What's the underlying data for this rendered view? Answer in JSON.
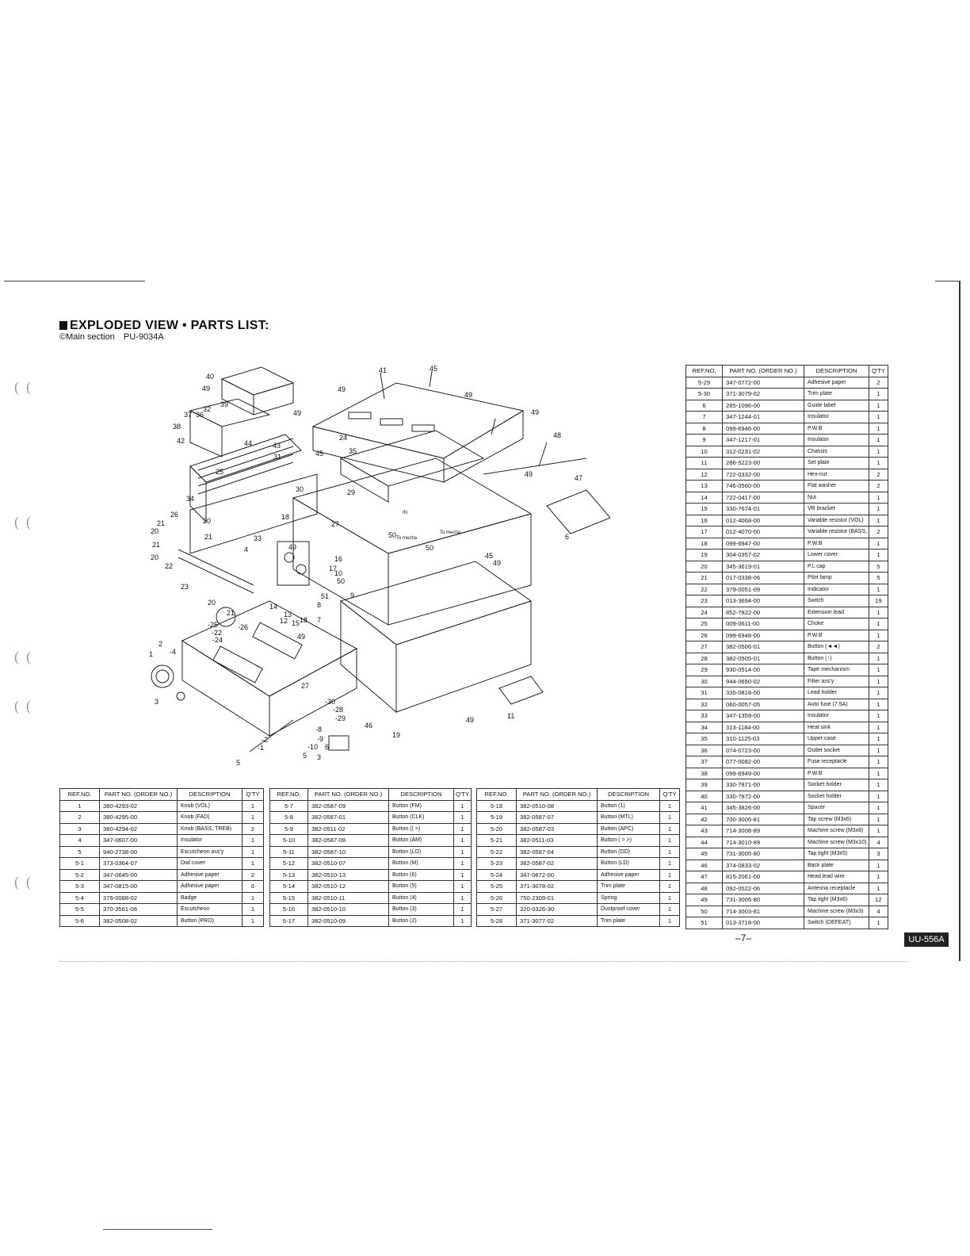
{
  "title": "EXPLODED VIEW • PARTS LIST:",
  "subtitle": {
    "section": "©Main section",
    "model": "PU-9034A"
  },
  "page_number": "–7–",
  "model_badge": "UU-556A",
  "table_headers": {
    "ref": "REF.NO.",
    "part": "PART NO. (ORDER NO.)",
    "desc": "DESCRIPTION",
    "qty": "Q'TY"
  },
  "diagram_labels": [
    "1",
    "2",
    "3",
    "4",
    "5",
    "6",
    "7",
    "8",
    "9",
    "10",
    "11",
    "12",
    "13",
    "14",
    "15",
    "16",
    "17",
    "18",
    "19",
    "20",
    "21",
    "22",
    "23",
    "24",
    "25",
    "26",
    "27",
    "28",
    "29",
    "30",
    "31",
    "32",
    "33",
    "34",
    "35",
    "36",
    "37",
    "38",
    "39",
    "40",
    "41",
    "42",
    "43",
    "44",
    "45",
    "46",
    "47",
    "48",
    "49",
    "50",
    "51"
  ],
  "diagram_notes": [
    "To mecha",
    "To mecha",
    "IN"
  ],
  "table_right": [
    {
      "ref": "5-29",
      "part": "347-0772-00",
      "desc": "Adhesive paper",
      "qty": "2"
    },
    {
      "ref": "5-30",
      "part": "371-3079-02",
      "desc": "Trim plate",
      "qty": "1"
    },
    {
      "ref": "6",
      "part": "285-1096-00",
      "desc": "Guide label",
      "qty": "1"
    },
    {
      "ref": "7",
      "part": "347-1244-01",
      "desc": "Insulator",
      "qty": "1"
    },
    {
      "ref": "8",
      "part": "099-6946-00",
      "desc": "P.W.B",
      "qty": "1"
    },
    {
      "ref": "9",
      "part": "347-1217-01",
      "desc": "Insulator",
      "qty": "1"
    },
    {
      "ref": "10",
      "part": "312-0231-02",
      "desc": "Chassis",
      "qty": "1"
    },
    {
      "ref": "11",
      "part": "286-5223-00",
      "desc": "Set plate",
      "qty": "1"
    },
    {
      "ref": "12",
      "part": "722-0332-00",
      "desc": "Hex-nut",
      "qty": "2"
    },
    {
      "ref": "13",
      "part": "746-0560-00",
      "desc": "Flat washer",
      "qty": "2"
    },
    {
      "ref": "14",
      "part": "722-0417-00",
      "desc": "Nut",
      "qty": "1"
    },
    {
      "ref": "15",
      "part": "330-7674-01",
      "desc": "VR bracket",
      "qty": "1"
    },
    {
      "ref": "16",
      "part": "012-4068-00",
      "desc": "Variable resistor (VOL)",
      "qty": "1"
    },
    {
      "ref": "17",
      "part": "012-4070-00",
      "desc": "Variable resistor (BASS, TREB)",
      "qty": "2"
    },
    {
      "ref": "18",
      "part": "099-6947-00",
      "desc": "P.W.B",
      "qty": "1"
    },
    {
      "ref": "19",
      "part": "304-0357-02",
      "desc": "Lower cover",
      "qty": "1"
    },
    {
      "ref": "20",
      "part": "345-3619-01",
      "desc": "P.L cap",
      "qty": "5"
    },
    {
      "ref": "21",
      "part": "017-0338-06",
      "desc": "Pilot lamp",
      "qty": "5"
    },
    {
      "ref": "22",
      "part": "379-0051-09",
      "desc": "Indicator",
      "qty": "1"
    },
    {
      "ref": "23",
      "part": "013-3694-00",
      "desc": "Switch",
      "qty": "19"
    },
    {
      "ref": "24",
      "part": "852-7822-00",
      "desc": "Extension lead",
      "qty": "1"
    },
    {
      "ref": "25",
      "part": "009-0611-00",
      "desc": "Choke",
      "qty": "1"
    },
    {
      "ref": "26",
      "part": "099-6948-00",
      "desc": "P.W.B",
      "qty": "1"
    },
    {
      "ref": "27",
      "part": "382-0506-01",
      "desc": "Button (◄◄)",
      "qty": "2"
    },
    {
      "ref": "28",
      "part": "382-0505-01",
      "desc": "Button (↑)",
      "qty": "1"
    },
    {
      "ref": "29",
      "part": "930-0514-00",
      "desc": "Tape mechanism",
      "qty": "1"
    },
    {
      "ref": "30",
      "part": "944-0650-02",
      "desc": "Filter ass'y",
      "qty": "1"
    },
    {
      "ref": "31",
      "part": "335-0818-00",
      "desc": "Lead holder",
      "qty": "1"
    },
    {
      "ref": "32",
      "part": "060-0057-05",
      "desc": "Auto fuse (7.5A)",
      "qty": "1"
    },
    {
      "ref": "33",
      "part": "347-1359-00",
      "desc": "Insulator",
      "qty": "1"
    },
    {
      "ref": "34",
      "part": "313-1184-00",
      "desc": "Heat sink",
      "qty": "1"
    },
    {
      "ref": "35",
      "part": "310-1125-03",
      "desc": "Upper case",
      "qty": "1"
    },
    {
      "ref": "36",
      "part": "074-0723-00",
      "desc": "Outlet socket",
      "qty": "1"
    },
    {
      "ref": "37",
      "part": "077-0082-00",
      "desc": "Fuse receptacle",
      "qty": "1"
    },
    {
      "ref": "38",
      "part": "099-6949-00",
      "desc": "P.W.B",
      "qty": "1"
    },
    {
      "ref": "39",
      "part": "330-7871-00",
      "desc": "Socket holder",
      "qty": "1"
    },
    {
      "ref": "40",
      "part": "330-7872-00",
      "desc": "Socket holder",
      "qty": "1"
    },
    {
      "ref": "41",
      "part": "345-3826-00",
      "desc": "Spacer",
      "qty": "1"
    },
    {
      "ref": "42",
      "part": "700-3006-81",
      "desc": "Tap screw (M3x6)",
      "qty": "1"
    },
    {
      "ref": "43",
      "part": "714-3008-89",
      "desc": "Machine screw (M3x8)",
      "qty": "1"
    },
    {
      "ref": "44",
      "part": "714-3010-89",
      "desc": "Machine screw (M3x10)",
      "qty": "4"
    },
    {
      "ref": "45",
      "part": "731-3005-80",
      "desc": "Tap tight (M3x5)",
      "qty": "3"
    },
    {
      "ref": "46",
      "part": "374-0833-02",
      "desc": "Back plate",
      "qty": "1"
    },
    {
      "ref": "47",
      "part": "815-2061-00",
      "desc": "Head lead wire",
      "qty": "1"
    },
    {
      "ref": "48",
      "part": "092-0522-06",
      "desc": "Antenna receptacle",
      "qty": "1"
    },
    {
      "ref": "49",
      "part": "731-3006-80",
      "desc": "Tap tight (M3x6)",
      "qty": "12"
    },
    {
      "ref": "50",
      "part": "714-3003-81",
      "desc": "Machine screw (M3x3)",
      "qty": "4"
    },
    {
      "ref": "51",
      "part": "013-3718-00",
      "desc": "Switch (DEFEAT)",
      "qty": "1"
    }
  ],
  "table_bottom_1": [
    {
      "ref": "1",
      "part": "380-4293-02",
      "desc": "Knob (VOL)",
      "qty": "1"
    },
    {
      "ref": "2",
      "part": "380-4295-00",
      "desc": "Knob (FAD)",
      "qty": "1"
    },
    {
      "ref": "3",
      "part": "380-4294-02",
      "desc": "Knob (BASS, TREB)",
      "qty": "2"
    },
    {
      "ref": "4",
      "part": "347-0607-00",
      "desc": "Insulator",
      "qty": "1"
    },
    {
      "ref": "5",
      "part": "940-2738-00",
      "desc": "Escutcheon ass'y",
      "qty": "1"
    },
    {
      "ref": "5-1",
      "part": "373-0364-07",
      "desc": "Dial cover",
      "qty": "1"
    },
    {
      "ref": "5-2",
      "part": "347-0645-00",
      "desc": "Adhesive paper",
      "qty": "2"
    },
    {
      "ref": "5-3",
      "part": "347-0815-00",
      "desc": "Adhesive paper",
      "qty": "6"
    },
    {
      "ref": "5-4",
      "part": "376-0088-02",
      "desc": "Badge",
      "qty": "1"
    },
    {
      "ref": "5-5",
      "part": "370-3561-06",
      "desc": "Escutcheon",
      "qty": "1"
    },
    {
      "ref": "5-6",
      "part": "382-0508-02",
      "desc": "Button (PRO)",
      "qty": "1"
    }
  ],
  "table_bottom_2": [
    {
      "ref": "5-7",
      "part": "382-0587-09",
      "desc": "Button (FM)",
      "qty": "1"
    },
    {
      "ref": "5-8",
      "part": "382-0587-01",
      "desc": "Button (CLK)",
      "qty": "1"
    },
    {
      "ref": "5-9",
      "part": "382-0511-02",
      "desc": "Button (( >)",
      "qty": "1"
    },
    {
      "ref": "5-10",
      "part": "382-0587-08",
      "desc": "Button (AM)",
      "qty": "1"
    },
    {
      "ref": "5-11",
      "part": "382-0587-10",
      "desc": "Button (LO)",
      "qty": "1"
    },
    {
      "ref": "5-12",
      "part": "382-0510-07",
      "desc": "Button (M)",
      "qty": "1"
    },
    {
      "ref": "5-13",
      "part": "382-0510-13",
      "desc": "Button (6)",
      "qty": "1"
    },
    {
      "ref": "5-14",
      "part": "382-0510-12",
      "desc": "Button (5)",
      "qty": "1"
    },
    {
      "ref": "5-15",
      "part": "382-0510-11",
      "desc": "Button (4)",
      "qty": "1"
    },
    {
      "ref": "5-16",
      "part": "382-0510-10",
      "desc": "Button (3)",
      "qty": "1"
    },
    {
      "ref": "5-17",
      "part": "382-0510-09",
      "desc": "Button (2)",
      "qty": "1"
    }
  ],
  "table_bottom_3": [
    {
      "ref": "5-18",
      "part": "382-0510-08",
      "desc": "Button (1)",
      "qty": "1"
    },
    {
      "ref": "5-19",
      "part": "382-0587-07",
      "desc": "Button (MTL)",
      "qty": "1"
    },
    {
      "ref": "5-20",
      "part": "382-0587-03",
      "desc": "Button (APC)",
      "qty": "1"
    },
    {
      "ref": "5-21",
      "part": "382-0511-03",
      "desc": "Button ( > >)",
      "qty": "1"
    },
    {
      "ref": "5-22",
      "part": "382-0587-04",
      "desc": "Button (DD)",
      "qty": "1"
    },
    {
      "ref": "5-23",
      "part": "382-0587-02",
      "desc": "Button (LD)",
      "qty": "1"
    },
    {
      "ref": "5-24",
      "part": "347-0872-00",
      "desc": "Adhesive paper",
      "qty": "1"
    },
    {
      "ref": "5-25",
      "part": "371-3078-02",
      "desc": "Trim plate",
      "qty": "1"
    },
    {
      "ref": "5-26",
      "part": "750-2309-01",
      "desc": "Spring",
      "qty": "1"
    },
    {
      "ref": "5-27",
      "part": "320-0326-30",
      "desc": "Dustproof cover",
      "qty": "1"
    },
    {
      "ref": "5-28",
      "part": "371-3077-02",
      "desc": "Trim plate",
      "qty": "1"
    }
  ]
}
